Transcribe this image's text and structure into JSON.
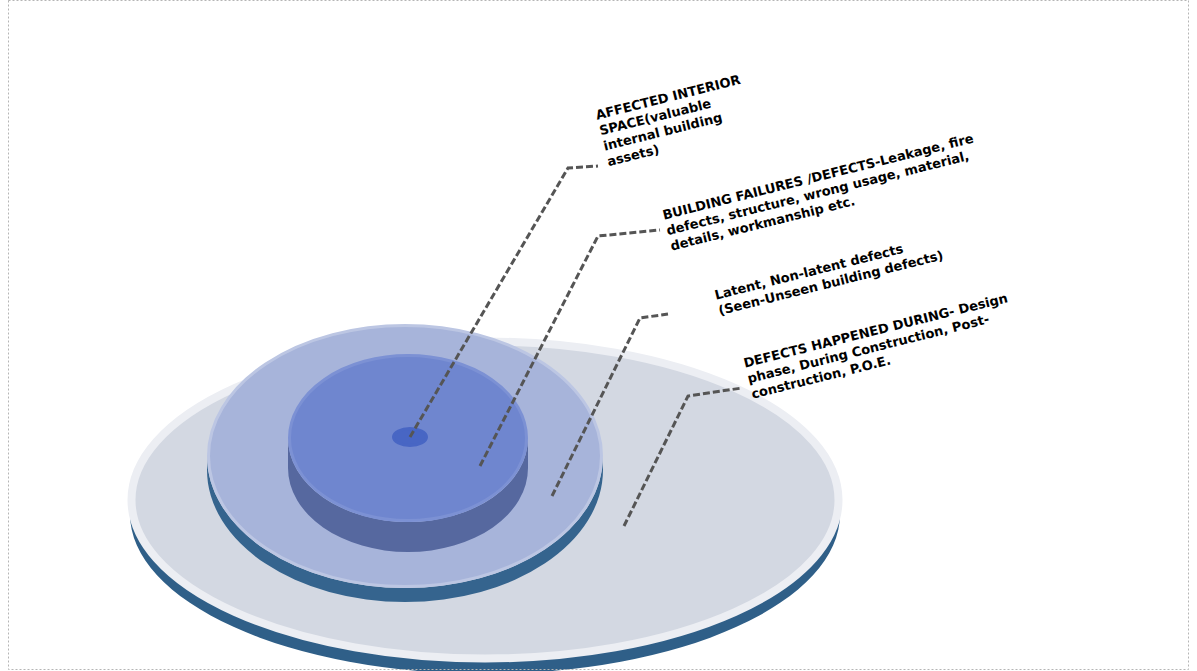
{
  "diagram": {
    "nodes": [
      {
        "text": [
          "DEFECTS HAPPENED DURING- Design phase, During Construction, Post-construction, P.O.E."
        ]
      },
      {
        "text": [
          "Latent, Non-latent defects (Seen-Unseen building defects)"
        ],
        "in": 0
      },
      {
        "text": [
          "BUILDING FAILURES /DEFECTS-Leakage, fire defects, structure, wrong usage, material, details, workmanship etc."
        ],
        "in": 1
      },
      {
        "text": [
          "AFFECTED INTERIOR SPACE(valuable internal building assets)"
        ],
        "in": 2
      }
    ]
  }
}
